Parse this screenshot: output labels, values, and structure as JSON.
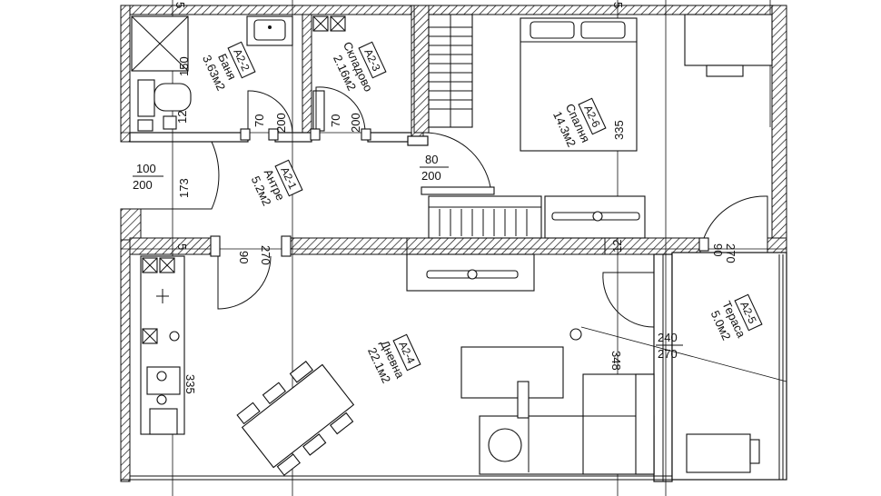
{
  "rooms": [
    {
      "id": "A2-1",
      "name": "Антре",
      "area": "5.2м2"
    },
    {
      "id": "A2-2",
      "name": "Баня",
      "area": "3.63м2"
    },
    {
      "id": "A2-3",
      "name": "Складово",
      "area": "2.16м2"
    },
    {
      "id": "A2-4",
      "name": "Дневна",
      "area": "22.1м2"
    },
    {
      "id": "A2-5",
      "name": "Тераса",
      "area": "5.0м2"
    },
    {
      "id": "A2-6",
      "name": "Спалня",
      "area": "14.3м2"
    }
  ],
  "dimensions": {
    "entry_door_w": "100",
    "entry_door_h": "200",
    "bedroom_door_w": "80",
    "bedroom_door_h": "200",
    "bath_door_w": "70",
    "bath_door_h": "200",
    "storage_door_w": "70",
    "storage_door_h": "200",
    "living_door_w": "90",
    "living_door_h": "270",
    "terrace_door_bed_w": "90",
    "terrace_door_bed_h": "270",
    "terrace_door_w": "240",
    "terrace_door_h": "270",
    "bath_dim": "150",
    "bath_dim_small": "12",
    "hall_dim": "173",
    "bedroom_dim": "335",
    "kitchen_dim": "335",
    "living_dim": "348",
    "wall_dim": "12",
    "top_dim_a": "5",
    "top_dim_b": "5",
    "left_dim": "5"
  }
}
